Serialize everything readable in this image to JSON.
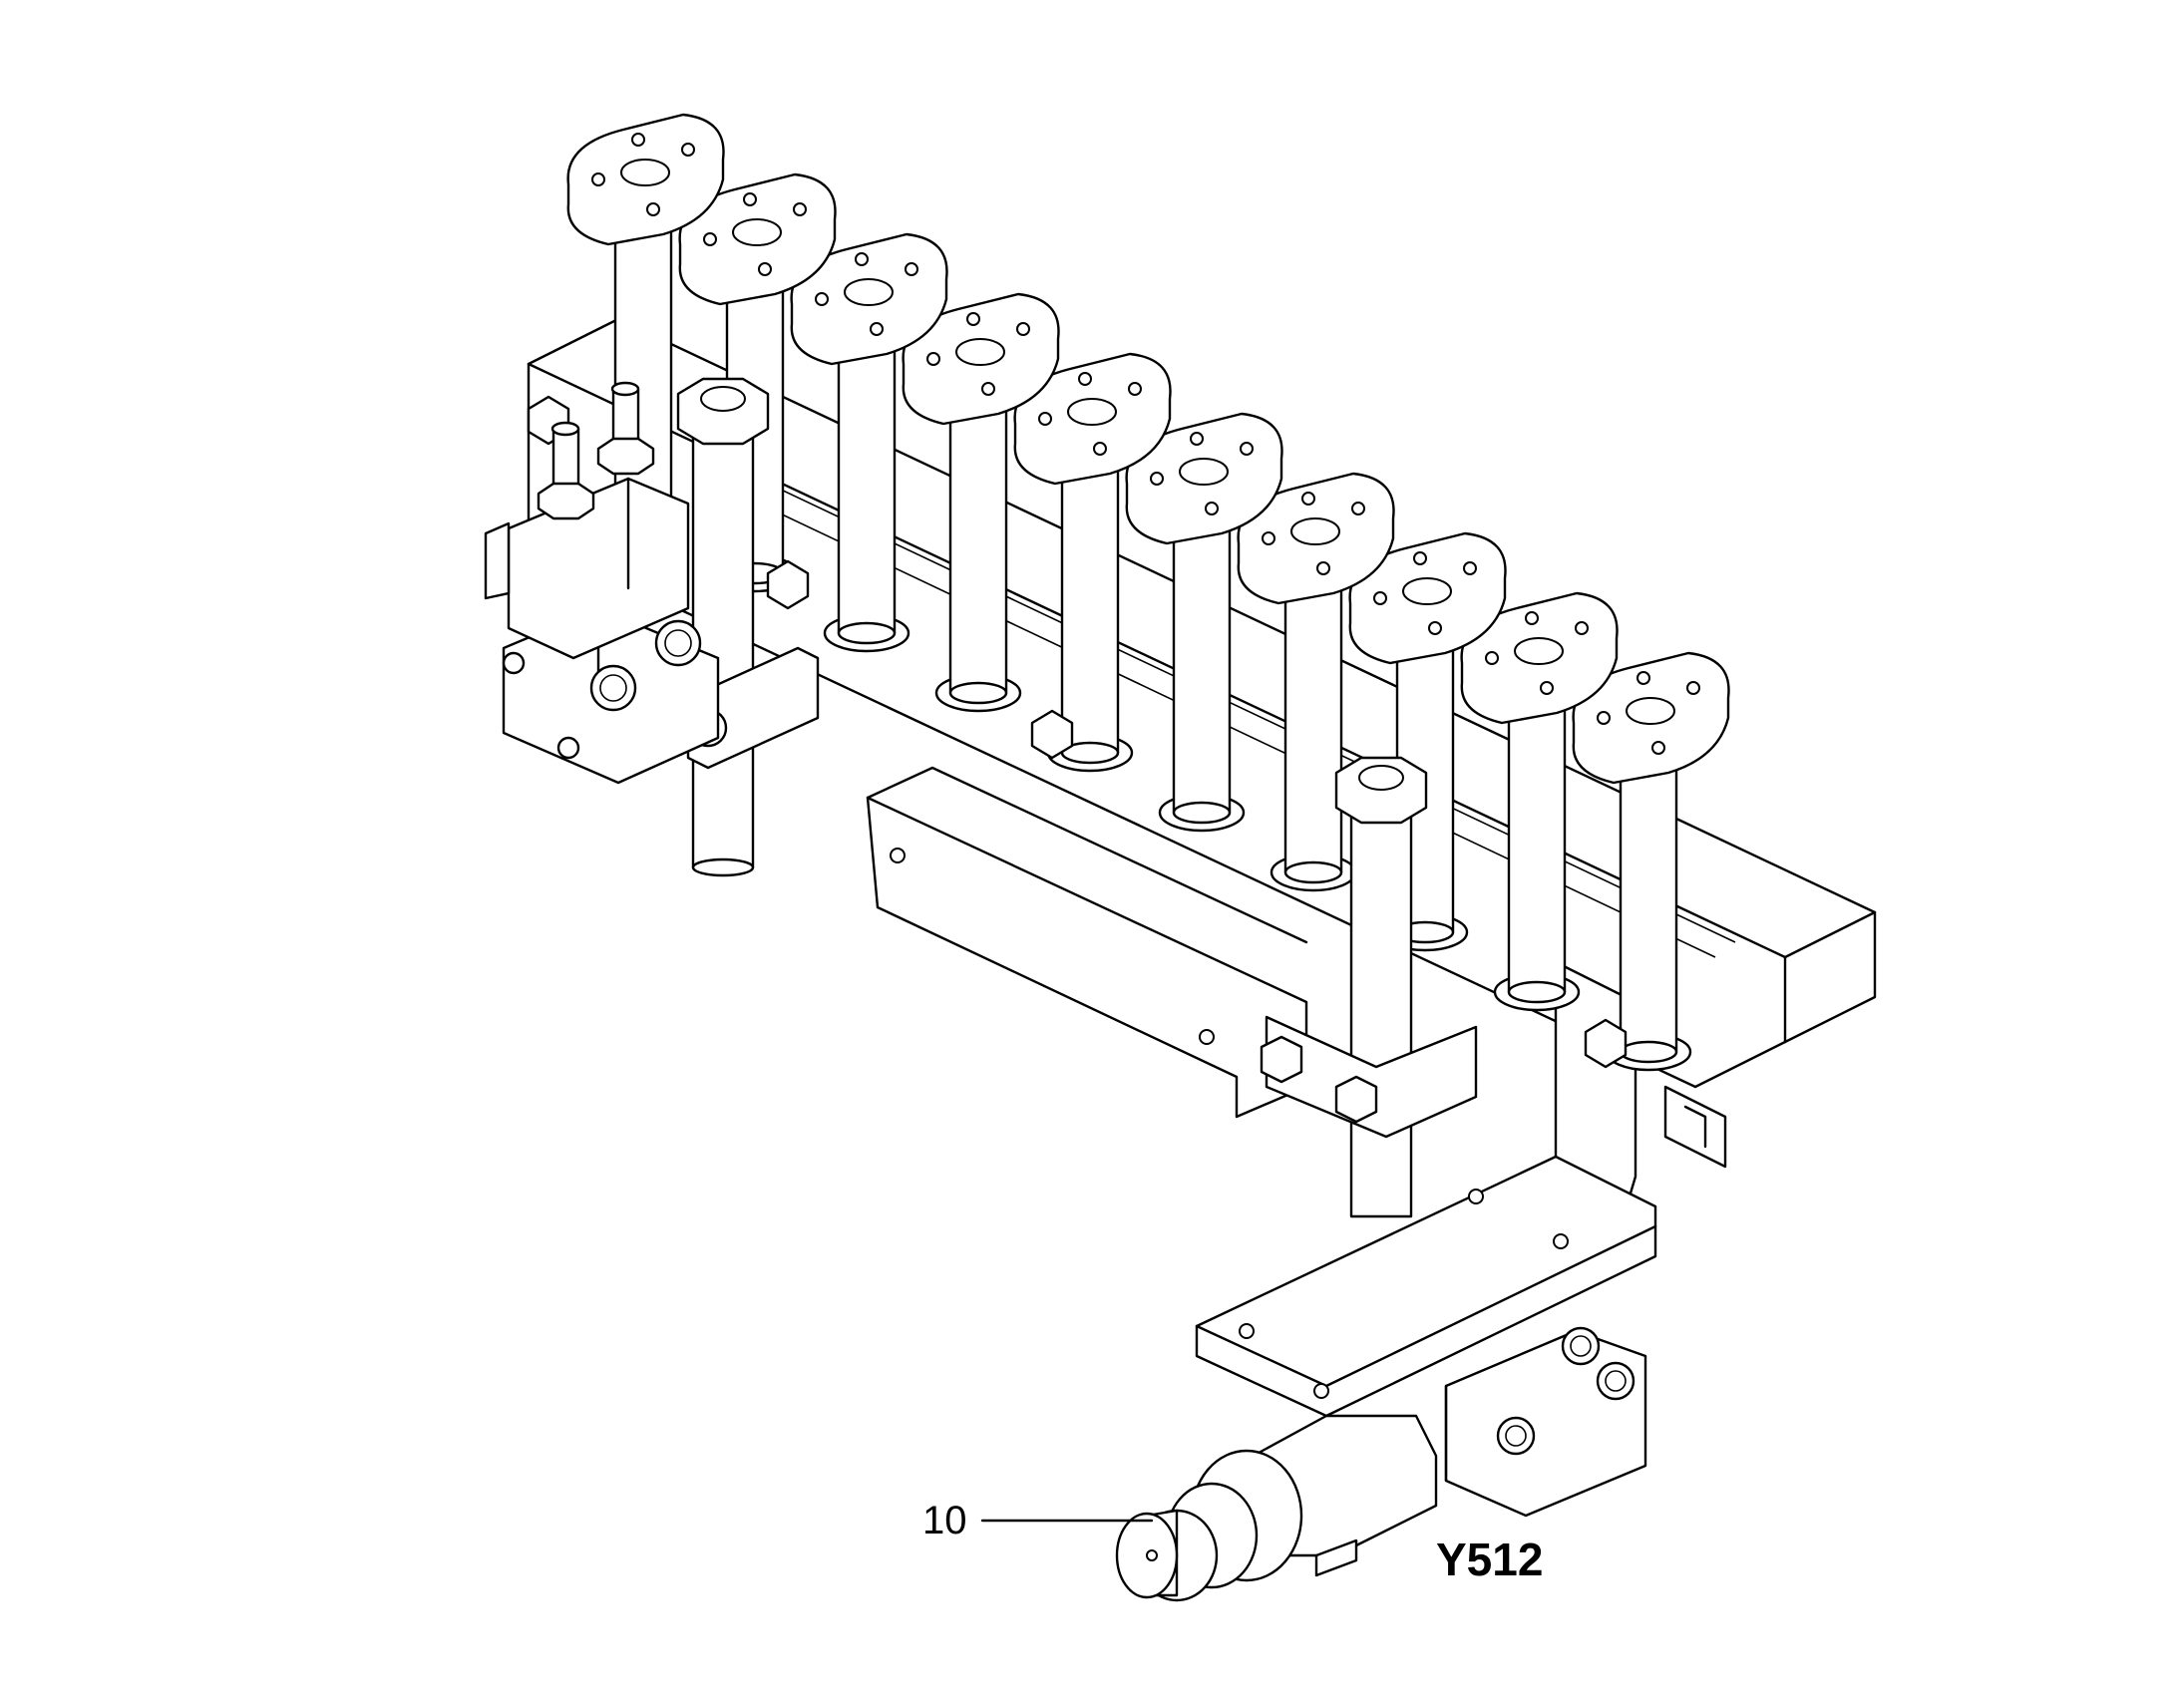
{
  "callout": {
    "number": "10"
  },
  "component": {
    "label": "Y512"
  },
  "colors": {
    "line": "#000000",
    "background": "#ffffff"
  },
  "parts": {
    "flange_count": 10
  }
}
